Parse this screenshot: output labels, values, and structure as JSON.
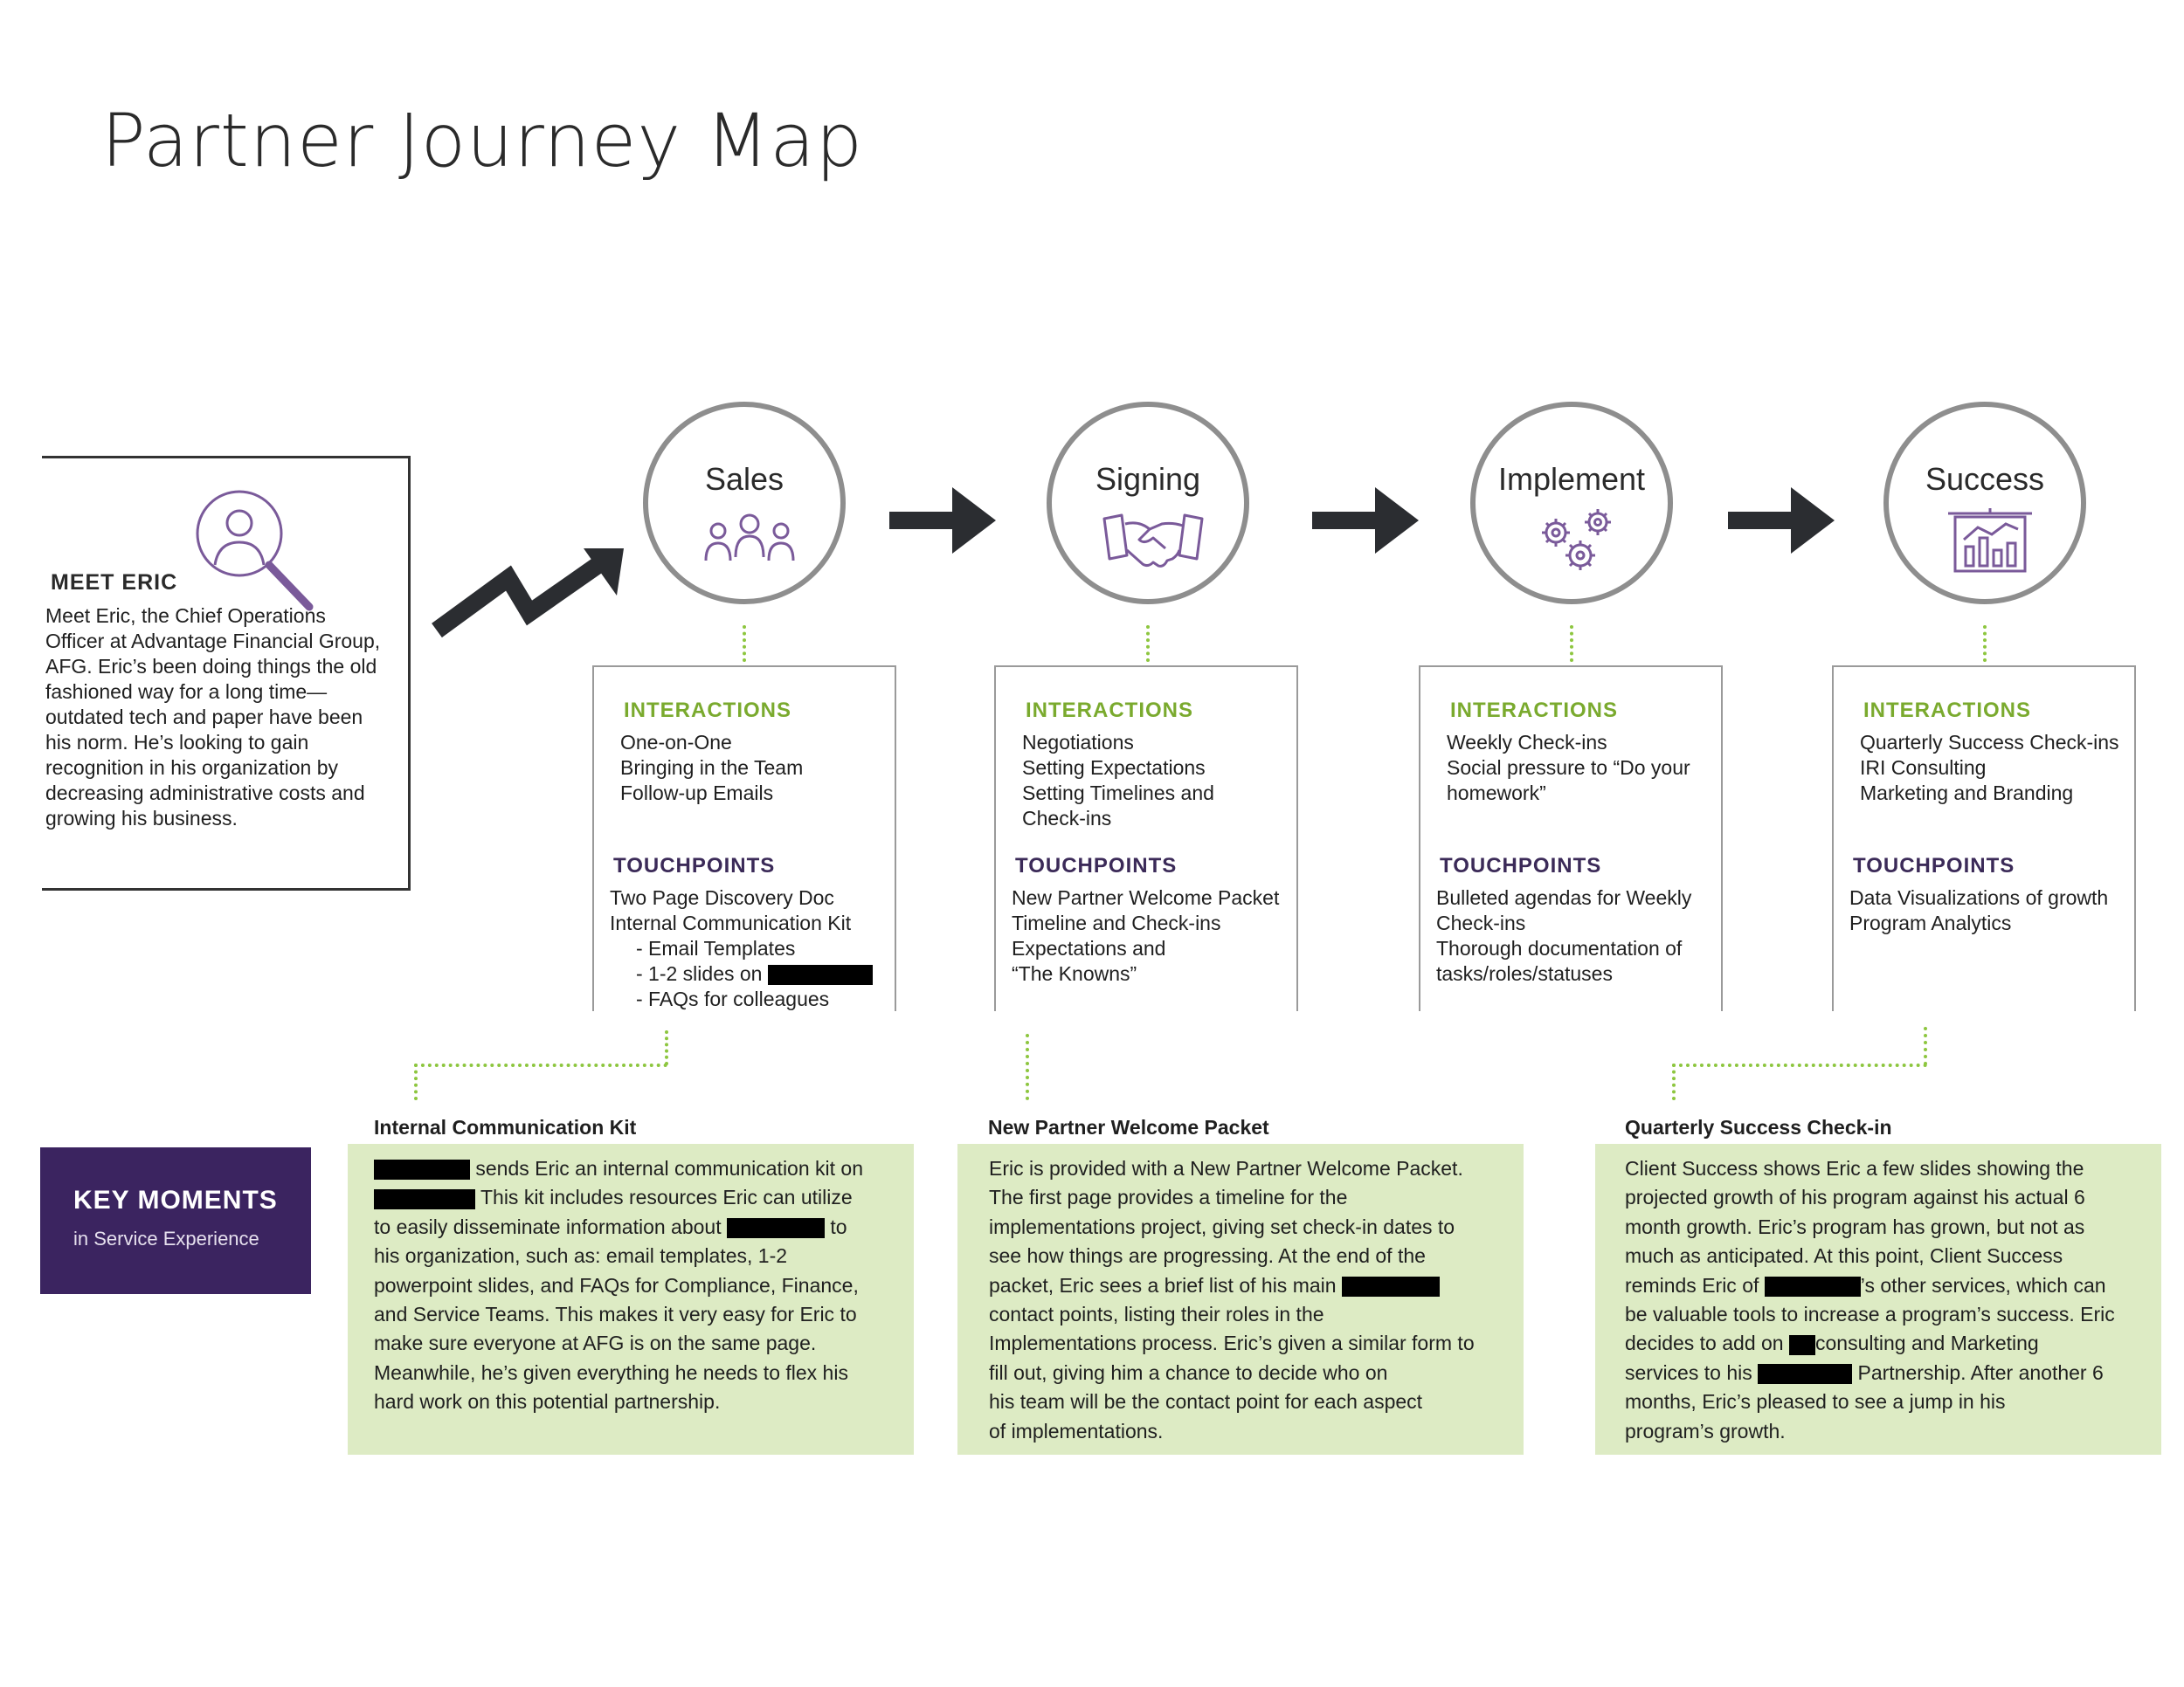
{
  "page": {
    "title": "Partner Journey Map"
  },
  "persona": {
    "heading": "MEET ERIC",
    "icon": "person-search-icon",
    "description": "Meet Eric, the Chief Operations Officer at Advantage Financial Group, AFG. Eric’s been doing things the old fashioned way for a long time— outdated tech and paper have been his norm. He’s looking to gain recognition in his organization by decreasing administrative costs and growing his business."
  },
  "colors": {
    "accent_green": "#8dc63f",
    "heading_green": "#7aaa2e",
    "purple": "#3b2460",
    "key_moment_bg": "#ddebc4",
    "circle_gray": "#8e8e8e",
    "arrow": "#2b2d31"
  },
  "section_labels": {
    "interactions": "INTERACTIONS",
    "touchpoints": "TOUCHPOINTS"
  },
  "stages": [
    {
      "name": "Sales",
      "icon": "team-people-icon",
      "interactions": [
        "One-on-One",
        "Bringing in the Team",
        "Follow-up Emails"
      ],
      "touchpoints": [
        "Two Page Discovery Doc",
        "Internal Communication Kit"
      ],
      "touchpoint_subitems": [
        "- Email Templates",
        "- 1-2 slides on",
        "- FAQs for colleagues"
      ]
    },
    {
      "name": "Signing",
      "icon": "handshake-icon",
      "interactions": [
        "Negotiations",
        "Setting Expectations",
        "Setting Timelines and",
        "Check-ins"
      ],
      "touchpoints": [
        "New Partner Welcome Packet",
        "Timeline and Check-ins",
        "Expectations and",
        "“The Knowns”"
      ]
    },
    {
      "name": "Implement",
      "icon": "gears-icon",
      "interactions": [
        "Weekly Check-ins",
        "Social pressure to “Do your",
        "homework”"
      ],
      "touchpoints": [
        "Bulleted agendas for Weekly",
        "Check-ins",
        "Thorough documentation of",
        "tasks/roles/statuses"
      ]
    },
    {
      "name": "Success",
      "icon": "presentation-chart-icon",
      "interactions": [
        "Quarterly Success Check-ins",
        "IRI Consulting",
        "Marketing and Branding"
      ],
      "touchpoints": [
        "Data Visualizations of growth",
        "Program Analytics"
      ]
    }
  ],
  "key_moments": {
    "title": "KEY MOMENTS",
    "subtitle": "in Service Experience",
    "moments": [
      {
        "heading": "Internal Communication Kit",
        "lines": [
          " sends Eric an internal communication kit on",
          " This kit includes resources Eric can utilize",
          "to easily disseminate information about",
          " to",
          "his organization, such as: email templates, 1-2",
          "powerpoint slides, and FAQs for Compliance, Finance,",
          "and Service Teams. This makes it very easy for Eric to",
          "make sure everyone at AFG is on the same page.",
          "Meanwhile, he’s given everything he needs to flex his",
          "hard work on this potential partnership."
        ]
      },
      {
        "heading": "New Partner Welcome Packet",
        "lines": [
          "Eric is provided with a New Partner Welcome Packet.",
          "The first page provides a timeline for the",
          "implementations project, giving set check-in dates to",
          "see how things are progressing. At the end of the",
          "packet, Eric sees a brief list of his main",
          "contact points, listing their roles in the",
          "Implementations process. Eric’s given a similar form to",
          "fill out, giving him a chance to decide who on",
          "his team will be the contact point for each aspect",
          "of implementations."
        ]
      },
      {
        "heading": "Quarterly Success Check-in",
        "lines": [
          "Client Success shows Eric a few slides showing the",
          "projected growth of his program against his actual 6",
          "month growth. Eric’s program has grown, but not as",
          "much as anticipated.  At this point, Client Success",
          "reminds Eric of",
          "’s other services, which can",
          "be valuable tools to increase a program’s success. Eric",
          "decides to add on",
          "consulting and Marketing",
          "services to his",
          " Partnership. After another 6",
          "months, Eric’s pleased to see a jump in his",
          "program’s growth."
        ]
      }
    ]
  }
}
